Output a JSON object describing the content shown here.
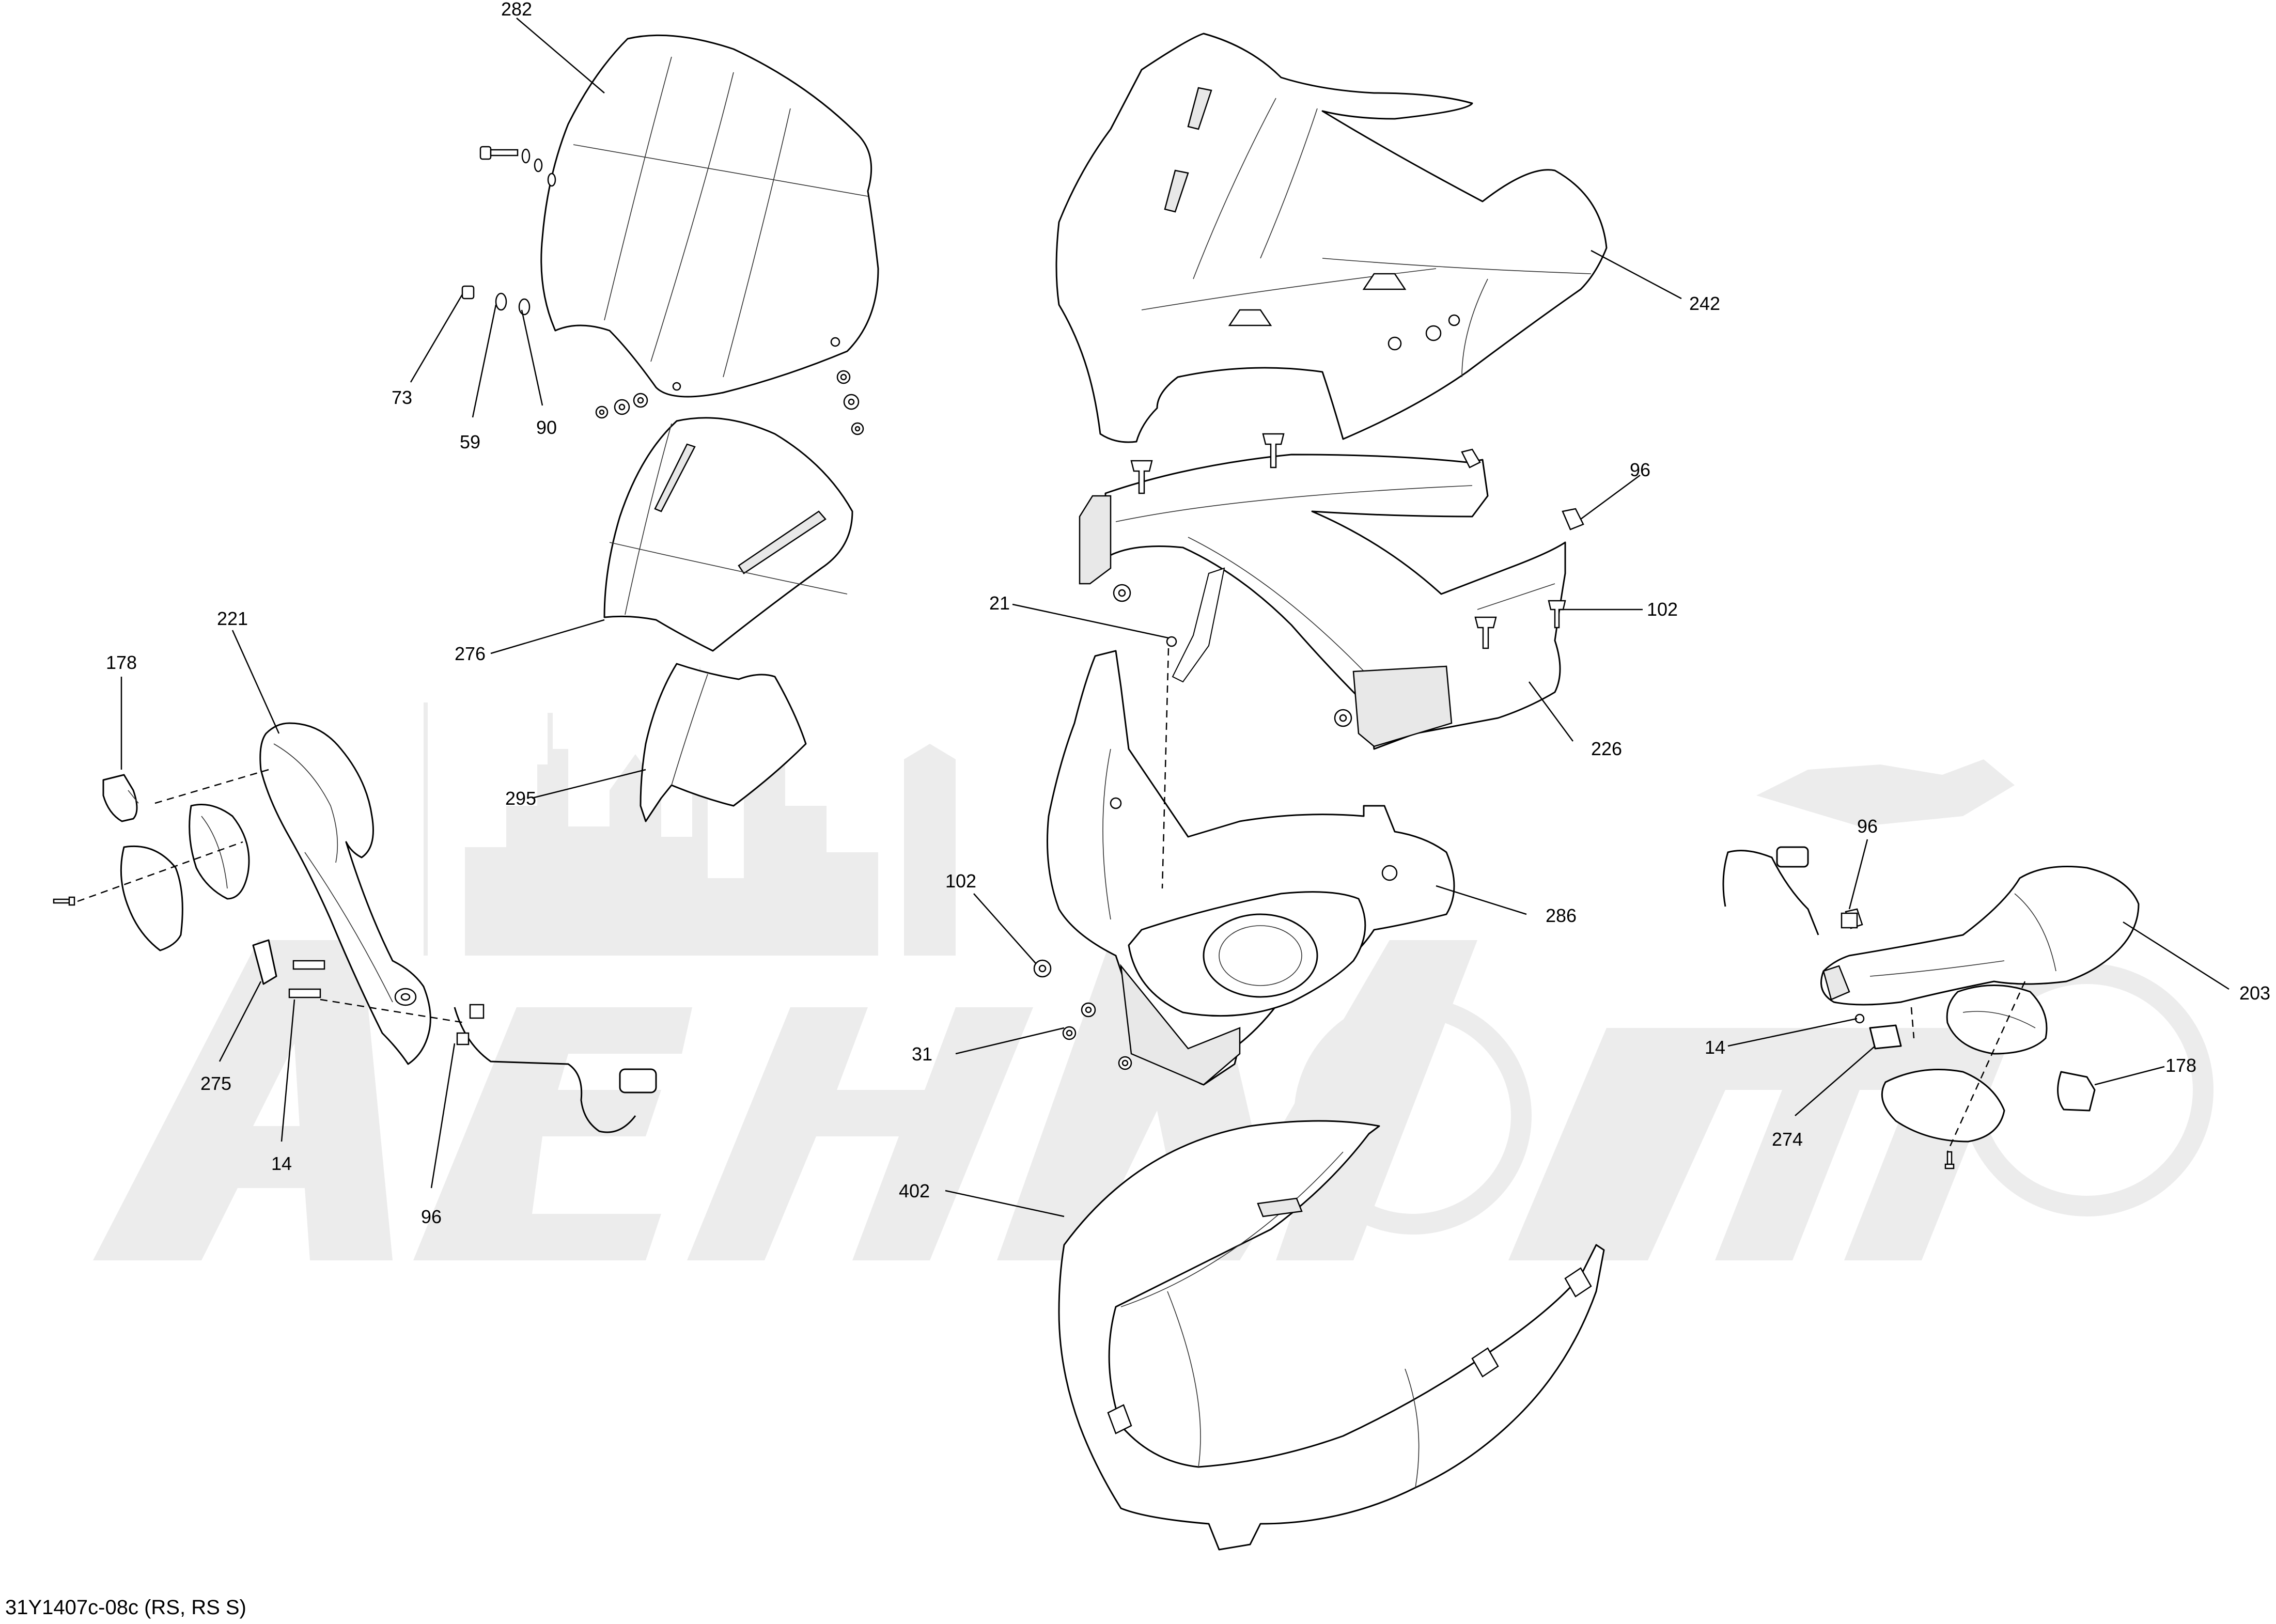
{
  "diagram": {
    "caption": "31Y1407c-08c (RS, RS S)",
    "watermark_text": "Aehmomo",
    "callouts": {
      "c282": "282",
      "c242": "242",
      "c73": "73",
      "c59": "59",
      "c90": "90",
      "c276": "276",
      "c295": "295",
      "c221": "221",
      "c178_left": "178",
      "c275": "275",
      "c14_left": "14",
      "c96_left": "96",
      "c96_top": "96",
      "c102_top": "102",
      "c21": "21",
      "c226": "226",
      "c102_mid": "102",
      "c286": "286",
      "c31": "31",
      "c402": "402",
      "c96_right": "96",
      "c203": "203",
      "c14_right": "14",
      "c274": "274",
      "c178_right": "178"
    }
  }
}
